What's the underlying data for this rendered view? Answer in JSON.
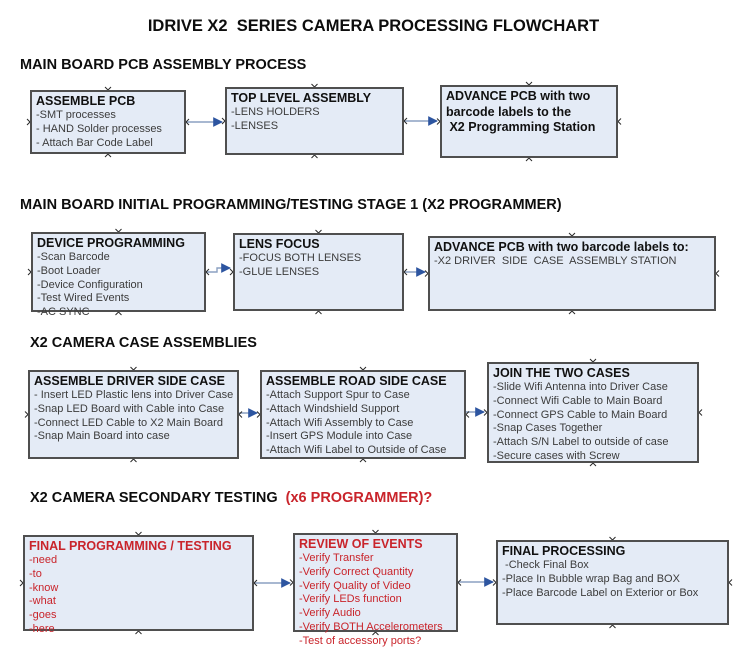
{
  "title": "IDRIVE X2  SERIES CAMERA PROCESSING FLOWCHART",
  "colors": {
    "accent_red": "#c9242b",
    "box_fill": "#e4ebf6",
    "box_border": "#4f4f4f",
    "arrow_line": "#8ba1c2",
    "arrow_head": "#2d55a0"
  },
  "sections": [
    {
      "heading": "MAIN BOARD PCB ASSEMBLY PROCESS",
      "boxes": [
        {
          "title": "ASSEMBLE PCB",
          "items": [
            "-SMT processes",
            "- HAND Solder processes",
            "- Attach Bar Code Label"
          ]
        },
        {
          "title": "TOP LEVEL ASSEMBLY",
          "items": [
            "-LENS HOLDERS",
            "-LENSES"
          ]
        },
        {
          "title": "",
          "items": [
            "ADVANCE PCB with two",
            "barcode labels to the",
            " X2 Programming Station"
          ]
        }
      ]
    },
    {
      "heading": "MAIN BOARD INITIAL PROGRAMMING/TESTING STAGE 1 (X2 PROGRAMMER)",
      "boxes": [
        {
          "title": "DEVICE PROGRAMMING",
          "items": [
            "-Scan Barcode",
            "-Boot Loader",
            "-Device Configuration",
            "-Test Wired Events",
            "-AC SYNC"
          ]
        },
        {
          "title": "LENS FOCUS",
          "items": [
            "-FOCUS BOTH LENSES",
            "-GLUE LENSES"
          ]
        },
        {
          "title": "ADVANCE PCB with two barcode labels to:",
          "items": [
            "-X2 DRIVER  SIDE  CASE  ASSEMBLY STATION"
          ]
        }
      ]
    },
    {
      "heading": "X2 CAMERA CASE ASSEMBLIES",
      "boxes": [
        {
          "title": "ASSEMBLE DRIVER SIDE CASE",
          "items": [
            "- Insert LED Plastic lens into Driver Case",
            "-Snap LED Board with Cable into Case",
            "-Connect LED Cable to X2 Main Board",
            "-Snap Main Board into case"
          ]
        },
        {
          "title": "ASSEMBLE ROAD SIDE CASE",
          "items": [
            "-Attach Support Spur to Case",
            "-Attach Windshield Support",
            "-Attach Wifi Assembly to Case",
            "-Insert GPS Module into Case",
            "-Attach Wifi Label to Outside of Case"
          ]
        },
        {
          "title": "JOIN THE TWO CASES",
          "items": [
            "-Slide Wifi Antenna into Driver Case",
            "-Connect Wifi Cable to Main Board",
            "-Connect GPS Cable to Main Board",
            "-Snap Cases Together",
            "-Attach S/N Label to outside of case",
            "-Secure cases with Screw"
          ]
        }
      ]
    },
    {
      "heading": "X2 CAMERA SECONDARY TESTING ",
      "heading_accent": " (x6 PROGRAMMER)?",
      "boxes": [
        {
          "title": "FINAL PROGRAMMING / TESTING",
          "items": [
            "-need",
            "-to",
            "-know",
            "-what",
            "-goes",
            "-here"
          ]
        },
        {
          "title": "REVIEW OF EVENTS",
          "items": [
            "-Verify Transfer",
            "-Verify Correct Quantity",
            "-Verify Quality of Video",
            "-Verify LEDs function",
            "-Verify Audio",
            "-Verify BOTH Accelerometers",
            "-Test of accessory ports?"
          ]
        },
        {
          "title": "FINAL PROCESSING",
          "items": [
            " -Check Final Box",
            "-Place In Bubble wrap Bag and BOX",
            "-Place Barcode Label on Exterior or Box"
          ]
        }
      ]
    }
  ]
}
